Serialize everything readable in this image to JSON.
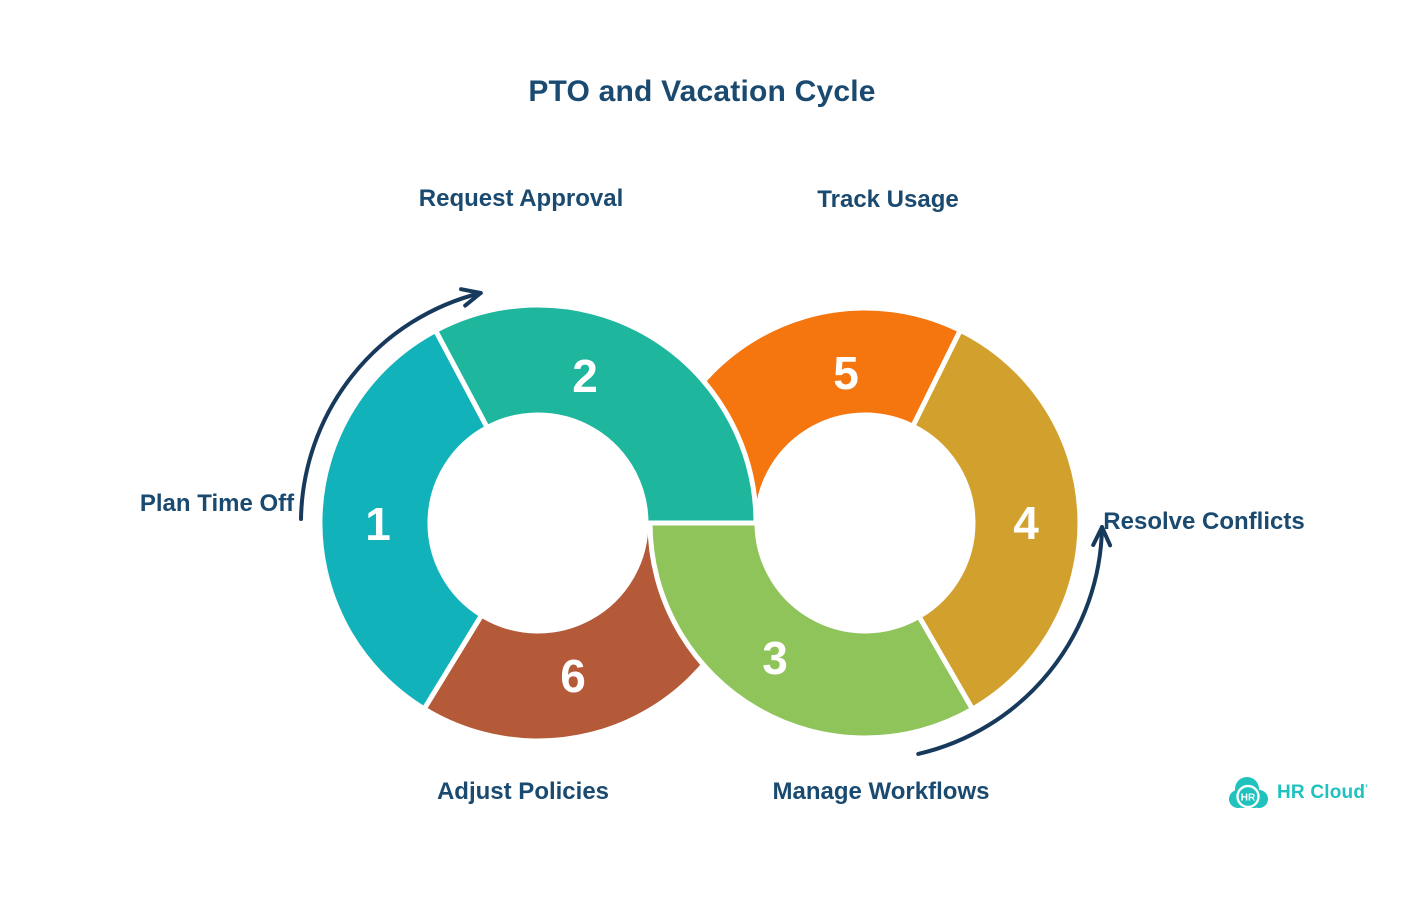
{
  "title": "PTO and Vacation Cycle",
  "colors": {
    "navy_text": "#1a4a70",
    "arrow_navy": "#17395c",
    "cyan": "#12b2ba",
    "teal": "#1eb69c",
    "green": "#8ec45a",
    "gold": "#d2a02c",
    "orange": "#f5750e",
    "rust": "#b45a38",
    "brand_teal": "#1fc2bd",
    "white": "#ffffff"
  },
  "steps": [
    {
      "number": "1",
      "label": "Plan Time Off",
      "color": "#12b2ba"
    },
    {
      "number": "2",
      "label": "Request Approval",
      "color": "#1eb69c"
    },
    {
      "number": "3",
      "label": "Manage Workflows",
      "color": "#8ec45a"
    },
    {
      "number": "4",
      "label": "Resolve Conflicts",
      "color": "#d2a02c"
    },
    {
      "number": "5",
      "label": "Track Usage",
      "color": "#f5750e"
    },
    {
      "number": "6",
      "label": "Adjust Policies",
      "color": "#b45a38"
    }
  ],
  "logo": {
    "badge": "HR",
    "text": "HR Cloud",
    "mark": "’"
  }
}
